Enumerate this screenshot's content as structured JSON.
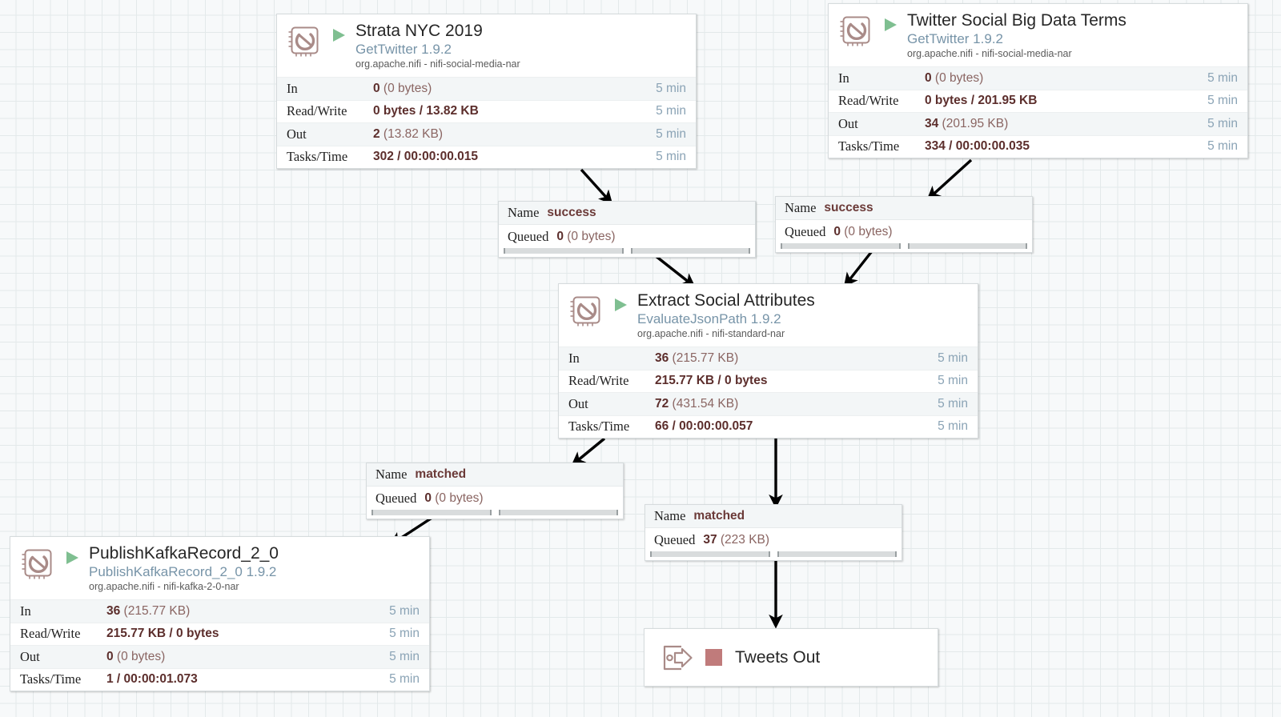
{
  "canvas": {
    "grid_color": "#e3e9ea",
    "background_color": "#f7f9fa",
    "edge_color": "#000000"
  },
  "theme": {
    "running_green": "#7fbf91",
    "stopped_red": "#c07b7b",
    "processor_icon": "#a98b88",
    "stat_value": "#6b3a38",
    "time_text": "#8aa3b5",
    "type_text": "#7794a8"
  },
  "processors": [
    {
      "id": "strata-nyc-2019",
      "name": "Strata NYC 2019",
      "type": "GetTwitter 1.9.2",
      "bundle": "org.apache.nifi - nifi-social-media-nar",
      "run_status_icon": "run-triangle-icon",
      "stats": [
        {
          "label": "In",
          "value_bold": "0",
          "value_rest": " (0 bytes)",
          "time": "5 min"
        },
        {
          "label": "Read/Write",
          "value_bold": "0 bytes / 13.82 KB",
          "value_rest": "",
          "time": "5 min"
        },
        {
          "label": "Out",
          "value_bold": "2",
          "value_rest": " (13.82 KB)",
          "time": "5 min"
        },
        {
          "label": "Tasks/Time",
          "value_bold": "302 / 00:00:00.015",
          "value_rest": "",
          "time": "5 min"
        }
      ]
    },
    {
      "id": "twitter-social-big-data-terms",
      "name": "Twitter Social Big Data Terms",
      "type": "GetTwitter 1.9.2",
      "bundle": "org.apache.nifi - nifi-social-media-nar",
      "run_status_icon": "run-triangle-icon",
      "stats": [
        {
          "label": "In",
          "value_bold": "0",
          "value_rest": " (0 bytes)",
          "time": "5 min"
        },
        {
          "label": "Read/Write",
          "value_bold": "0 bytes / 201.95 KB",
          "value_rest": "",
          "time": "5 min"
        },
        {
          "label": "Out",
          "value_bold": "34",
          "value_rest": " (201.95 KB)",
          "time": "5 min"
        },
        {
          "label": "Tasks/Time",
          "value_bold": "334 / 00:00:00.035",
          "value_rest": "",
          "time": "5 min"
        }
      ]
    },
    {
      "id": "extract-social-attributes",
      "name": "Extract Social Attributes",
      "type": "EvaluateJsonPath 1.9.2",
      "bundle": "org.apache.nifi - nifi-standard-nar",
      "run_status_icon": "run-triangle-icon",
      "stats": [
        {
          "label": "In",
          "value_bold": "36",
          "value_rest": " (215.77 KB)",
          "time": "5 min"
        },
        {
          "label": "Read/Write",
          "value_bold": "215.77 KB / 0 bytes",
          "value_rest": "",
          "time": "5 min"
        },
        {
          "label": "Out",
          "value_bold": "72",
          "value_rest": " (431.54 KB)",
          "time": "5 min"
        },
        {
          "label": "Tasks/Time",
          "value_bold": "66 / 00:00:00.057",
          "value_rest": "",
          "time": "5 min"
        }
      ]
    },
    {
      "id": "publishkafkarecord-2-0",
      "name": "PublishKafkaRecord_2_0",
      "type": "PublishKafkaRecord_2_0 1.9.2",
      "bundle": "org.apache.nifi - nifi-kafka-2-0-nar",
      "run_status_icon": "run-triangle-icon",
      "stats": [
        {
          "label": "In",
          "value_bold": "36",
          "value_rest": " (215.77 KB)",
          "time": "5 min"
        },
        {
          "label": "Read/Write",
          "value_bold": "215.77 KB / 0 bytes",
          "value_rest": "",
          "time": "5 min"
        },
        {
          "label": "Out",
          "value_bold": "0",
          "value_rest": " (0 bytes)",
          "time": "5 min"
        },
        {
          "label": "Tasks/Time",
          "value_bold": "1 / 00:00:01.073",
          "value_rest": "",
          "time": "5 min"
        }
      ]
    }
  ],
  "connections": [
    {
      "id": "conn-strata-success",
      "name_key": "Name",
      "name_value": "success",
      "queued_key": "Queued",
      "queued_bold": "0",
      "queued_rest": " (0 bytes)"
    },
    {
      "id": "conn-twitter-success",
      "name_key": "Name",
      "name_value": "success",
      "queued_key": "Queued",
      "queued_bold": "0",
      "queued_rest": " (0 bytes)"
    },
    {
      "id": "conn-matched-kafka",
      "name_key": "Name",
      "name_value": "matched",
      "queued_key": "Queued",
      "queued_bold": "0",
      "queued_rest": " (0 bytes)"
    },
    {
      "id": "conn-matched-port",
      "name_key": "Name",
      "name_value": "matched",
      "queued_key": "Queued",
      "queued_bold": "37",
      "queued_rest": " (223 KB)"
    }
  ],
  "ports": [
    {
      "id": "tweets-out",
      "name": "Tweets Out",
      "icon": "output-port-icon",
      "run_status_icon": "stop-square-icon"
    }
  ]
}
